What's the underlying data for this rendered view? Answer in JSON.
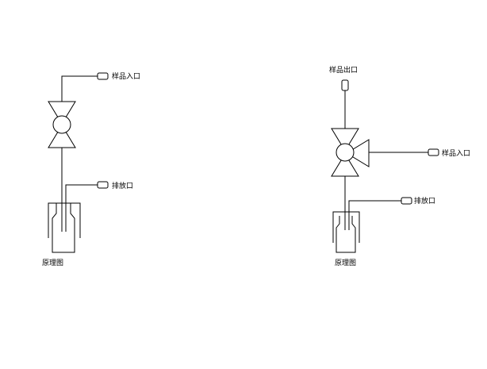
{
  "diagram_left": {
    "inlet_label": "样品入口",
    "drain_label": "排放口",
    "caption": "原理图"
  },
  "diagram_right": {
    "outlet_label": "样品出口",
    "inlet_label": "样品入口",
    "drain_label": "排放口",
    "caption": "原理图"
  }
}
